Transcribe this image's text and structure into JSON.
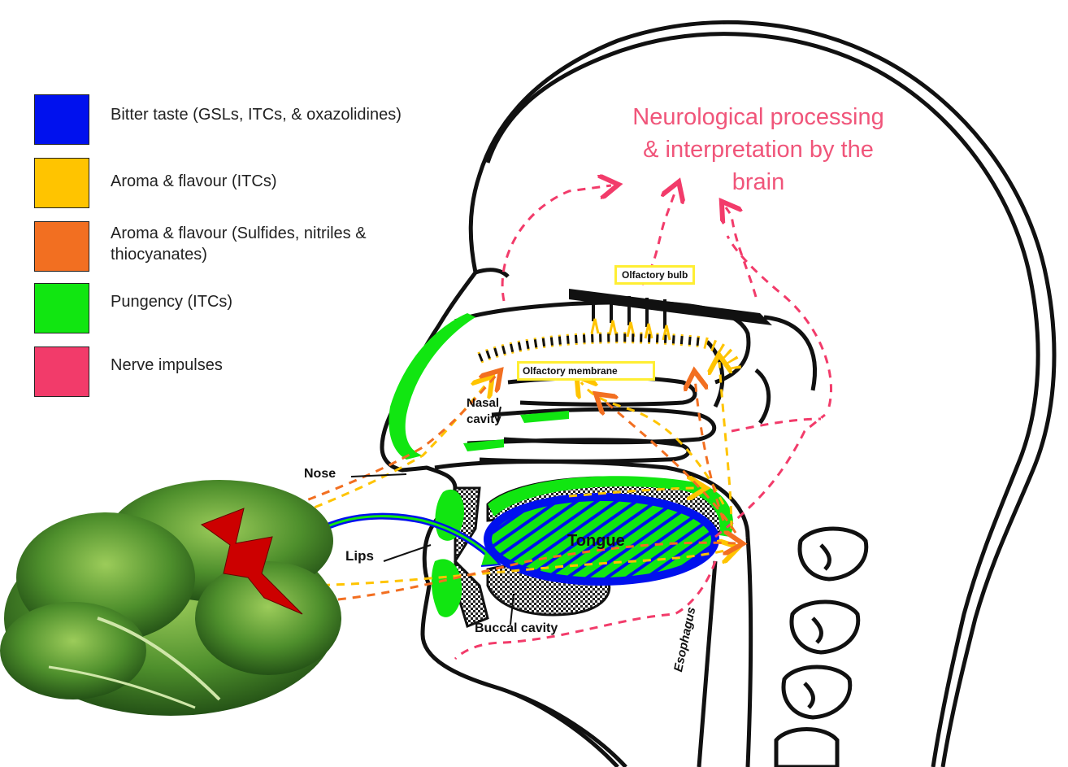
{
  "legend": [
    {
      "label": "Bitter taste (GSLs, ITCs, & oxazolidines)",
      "color": "#0011ee"
    },
    {
      "label": "Aroma & flavour (ITCs)",
      "color": "#ffc400"
    },
    {
      "label": "Aroma & flavour (Sulfides, nitriles & thiocyanates)",
      "color": "#f26f21"
    },
    {
      "label": "Pungency (ITCs)",
      "color": "#11e611"
    },
    {
      "label": "Nerve impulses",
      "color": "#f23b6a"
    }
  ],
  "title": {
    "line1": "Neurological  processing",
    "line2": "& interpretation  by the",
    "line3": "brain"
  },
  "labels": {
    "olfactory_bulb": "Olfactory bulb",
    "olfactory_membrane": "Olfactory membrane",
    "nasal_cavity_line1": "Nasal",
    "nasal_cavity_line2": "cavity",
    "nose": "Nose",
    "lips": "Lips",
    "tongue": "Tongue",
    "buccal_cavity": "Buccal cavity",
    "esophagus": "Esophagus"
  },
  "colors": {
    "outline": "#111111",
    "bitter": "#0011ee",
    "aroma_itc": "#ffc400",
    "aroma_sulfide": "#f26f21",
    "pungency": "#11e611",
    "nerve": "#f23b6a",
    "kale_dark": "#2f6b1e",
    "kale_light": "#8cc24a",
    "bolt": "#cc0000"
  },
  "icons": {
    "vegetable": "kale-image",
    "stimulus": "lightning-bolt-icon"
  }
}
